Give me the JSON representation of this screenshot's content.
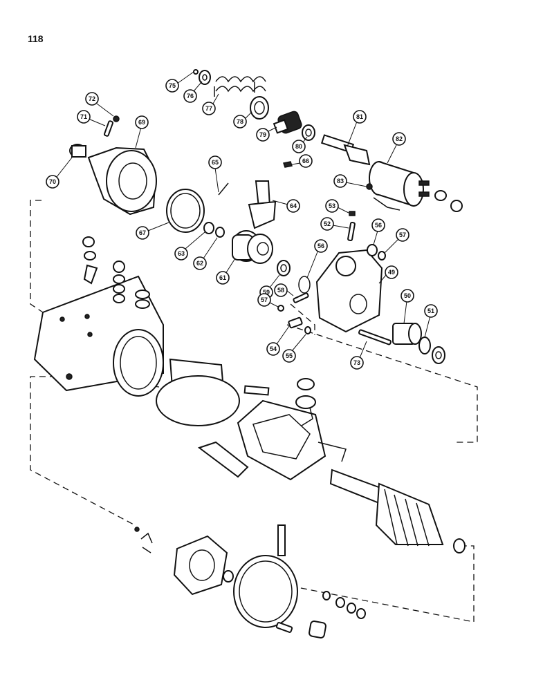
{
  "page_number": "118",
  "callouts": [
    "75",
    "76",
    "77",
    "78",
    "79",
    "80",
    "81",
    "82",
    "72",
    "71",
    "69",
    "70",
    "65",
    "66",
    "83",
    "64",
    "67",
    "63",
    "62",
    "61",
    "53",
    "52",
    "56",
    "57",
    "56",
    "59",
    "58",
    "57",
    "49",
    "50",
    "51",
    "54",
    "55",
    "73"
  ]
}
